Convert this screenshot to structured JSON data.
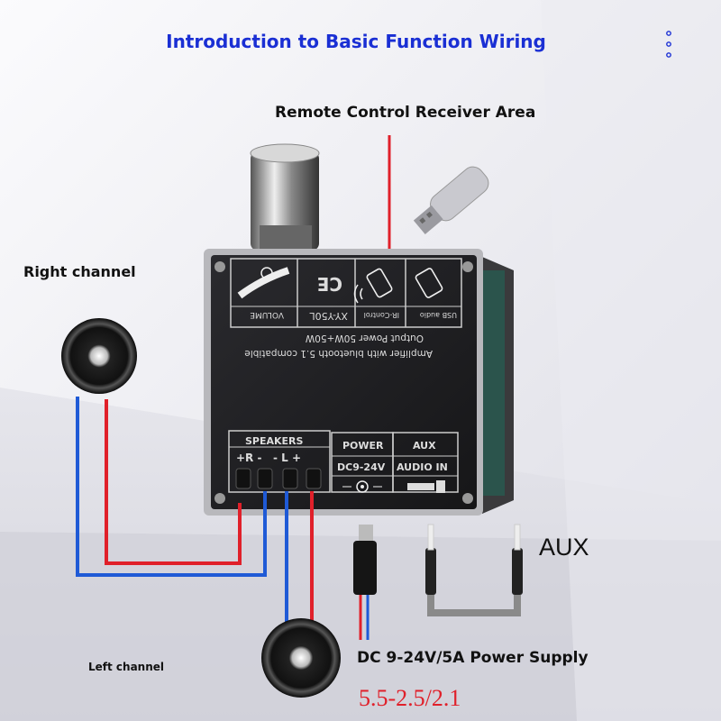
{
  "title": "Introduction to Basic Function Wiring",
  "labels": {
    "remote_control": "Remote Control Receiver Area",
    "right_channel": "Right channel",
    "left_channel": "Left channel",
    "power_supply": "DC 9-24V/5A Power Supply",
    "aux": "AUX",
    "plug_size": "5.5-2.5/2.1"
  },
  "board": {
    "model": "XY-Y50L",
    "volume": "VOLUME",
    "ir_control": "IR-Control",
    "usb_audio": "USB audio",
    "desc_line1": "Amplifier with bluetooth 5.1 compatible",
    "desc_line2": "Output Power 50W+50W",
    "speakers": "SPEAKERS",
    "speaker_pins": "+R -   - L +",
    "power": "POWER",
    "power_spec": "DC9-24V",
    "aux": "AUX",
    "audio_in": "AUDIO IN",
    "ce_mark": "CE"
  },
  "colors": {
    "title": "#1a2fd4",
    "wire_red": "#e0202a",
    "wire_blue": "#1f5ad6",
    "plug_text": "#e0202a"
  },
  "icons": [
    "menu-dots-icon",
    "speaker-icon",
    "usb-drive-icon",
    "ir-remote-icon",
    "usb-audio-icon",
    "volume-knob-icon",
    "dc-jack-icon",
    "aux-cable-icon"
  ]
}
